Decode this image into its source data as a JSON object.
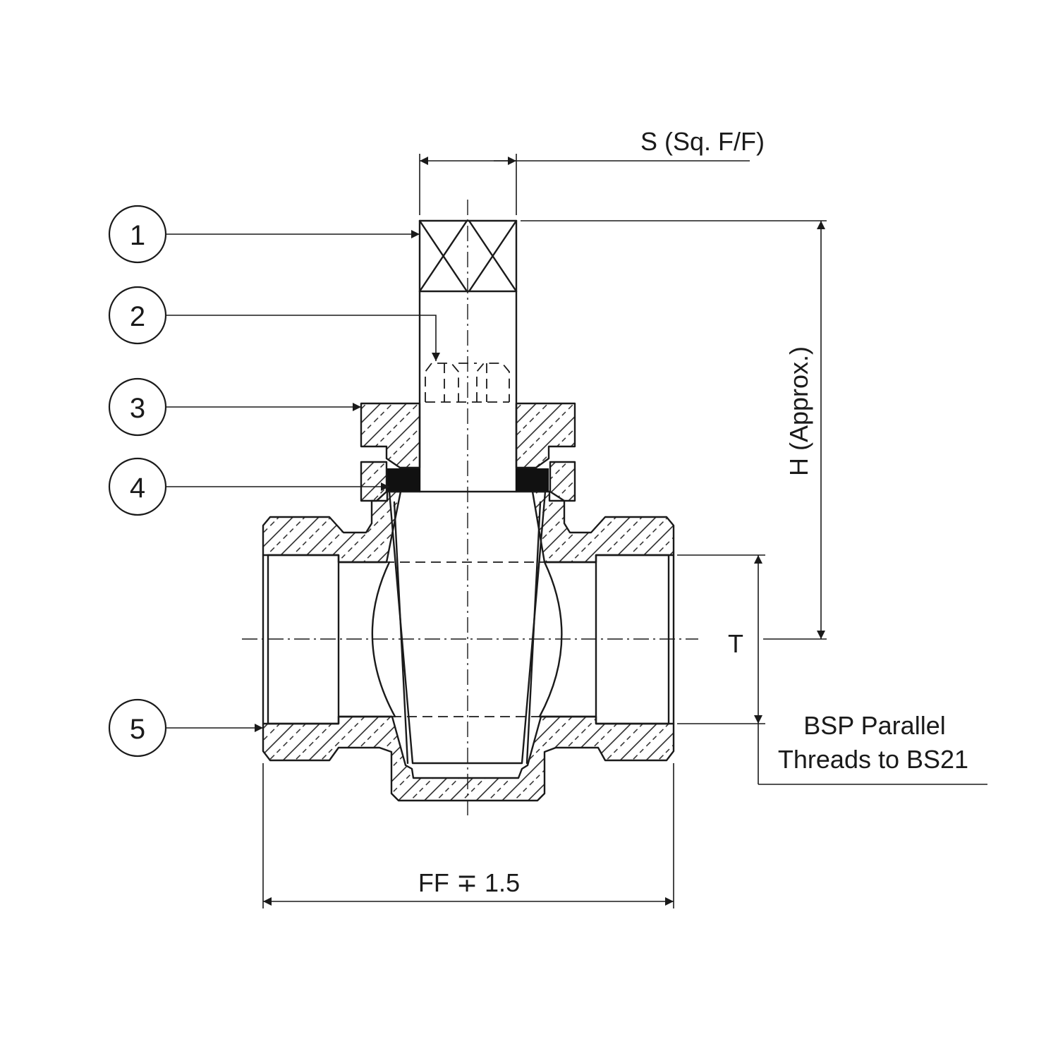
{
  "callouts": [
    {
      "number": "1"
    },
    {
      "number": "2"
    },
    {
      "number": "3"
    },
    {
      "number": "4"
    },
    {
      "number": "5"
    }
  ],
  "dimensions": {
    "square": "S (Sq. F/F)",
    "height": "H (Approx.)",
    "bore": "T",
    "face_to_face": "FF ∓ 1.5"
  },
  "notes": {
    "thread_line1": "BSP Parallel",
    "thread_line2": "Threads to BS21"
  }
}
